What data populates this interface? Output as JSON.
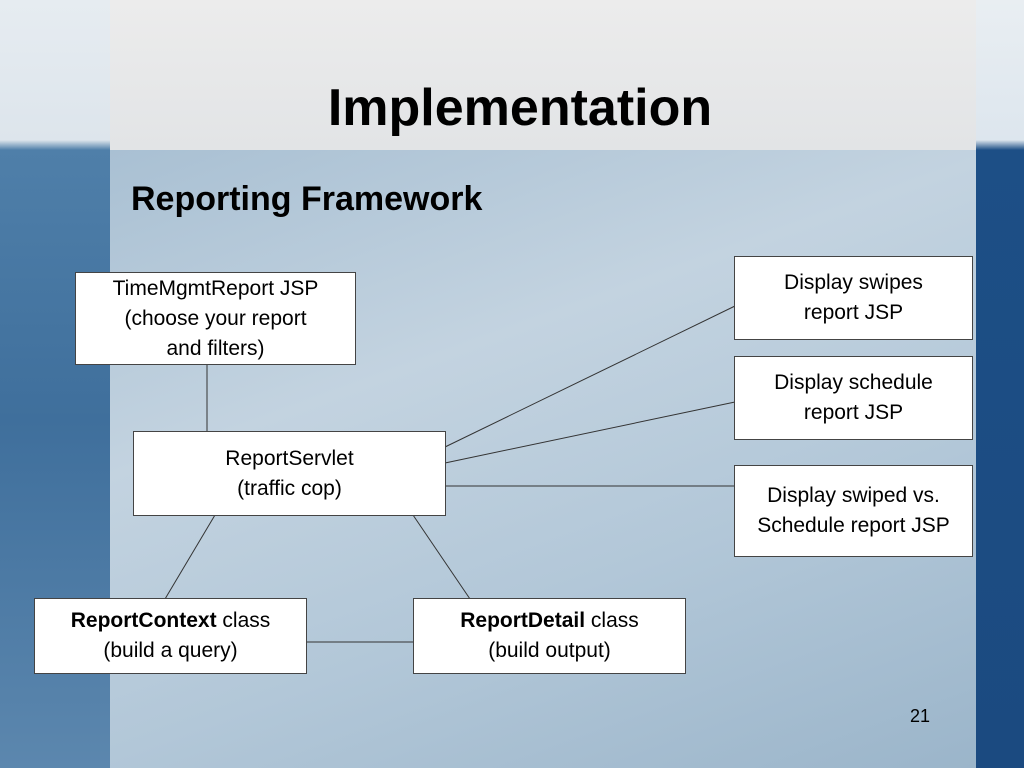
{
  "slide": {
    "title": "Implementation",
    "subtitle": "Reporting Framework",
    "page_number": "21"
  },
  "diagram": {
    "timemgmt": {
      "line1": "TimeMgmtReport JSP",
      "line2": "(choose your report",
      "line3": "and filters)"
    },
    "servlet": {
      "line1": "ReportServlet",
      "line2": "(traffic cop)"
    },
    "context": {
      "bold": "ReportContext",
      "rest": " class",
      "line2": "(build a query)"
    },
    "detail": {
      "bold": "ReportDetail",
      "rest": " class",
      "line2": "(build output)"
    },
    "swipes": {
      "line1": "Display swipes",
      "line2": "report JSP"
    },
    "schedule": {
      "line1": "Display schedule",
      "line2": "report JSP"
    },
    "swiped_vs": {
      "line1": "Display swiped vs.",
      "line2": "Schedule report JSP"
    }
  }
}
